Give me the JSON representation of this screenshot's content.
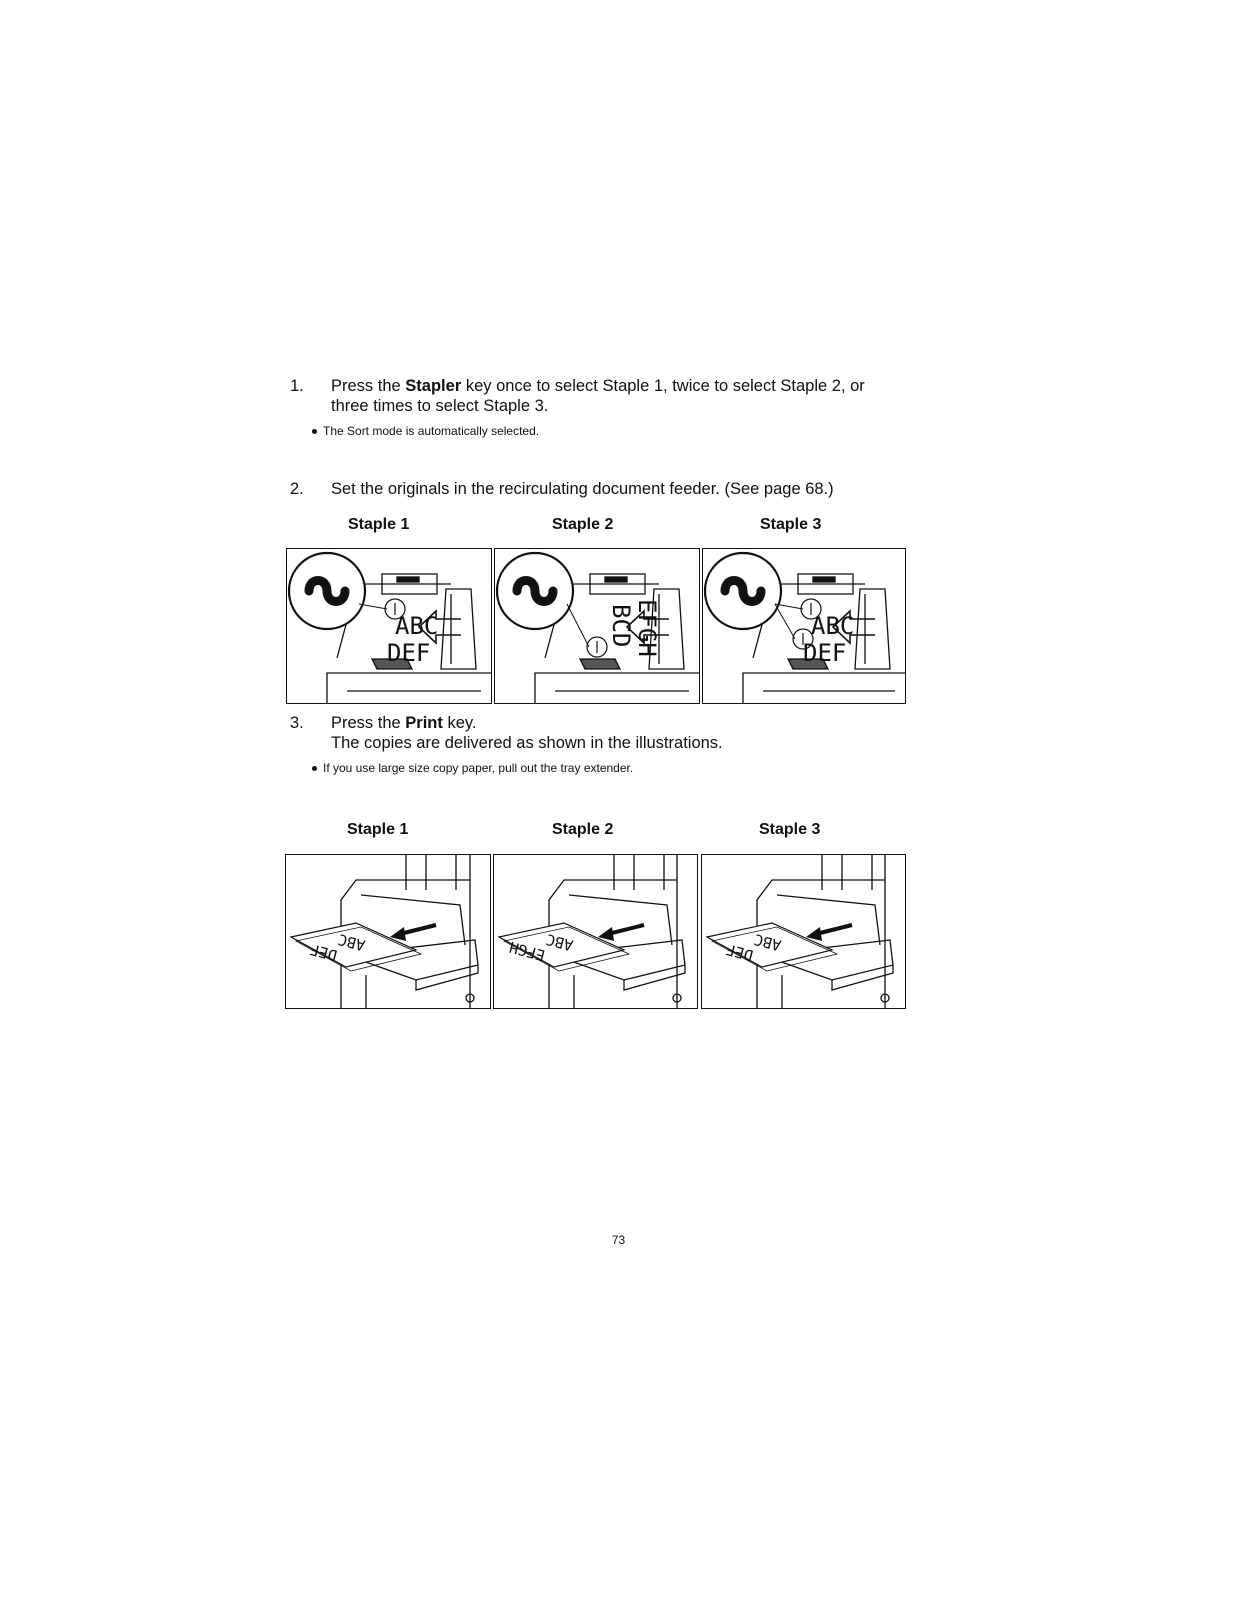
{
  "step1": {
    "number": "1.",
    "prefix": "Press the ",
    "key": "Stapler",
    "line1_rest": " key once to select Staple 1, twice to select Staple 2, or",
    "line2": "three times to select Staple 3.",
    "note": "The Sort mode is automatically selected."
  },
  "step2": {
    "number": "2.",
    "text": "Set the originals in the recirculating document feeder. (See page 68.)",
    "labels": [
      "Staple 1",
      "Staple 2",
      "Staple 3"
    ]
  },
  "step3": {
    "number": "3.",
    "prefix": "Press the ",
    "key": "Print",
    "suffix": " key.",
    "line2": "The copies are delivered as shown in the illustrations.",
    "note": "If you use large size copy paper, pull out the tray extender.",
    "labels": [
      "Staple 1",
      "Staple 2",
      "Staple 3"
    ]
  },
  "feeder_illustrations": [
    {
      "row1": "ABC",
      "row2": "DEF"
    },
    {
      "row1": "BCD",
      "row2": "EFGH"
    },
    {
      "row1": "ABC",
      "row2": "DEF"
    }
  ],
  "tray_illustrations": [
    {
      "sheet1": "ABC",
      "sheet2": "DEF"
    },
    {
      "sheet1": "ABC",
      "sheet2": "EFGH"
    },
    {
      "sheet1": "ABC",
      "sheet2": "DEF"
    }
  ],
  "page_number": "73"
}
